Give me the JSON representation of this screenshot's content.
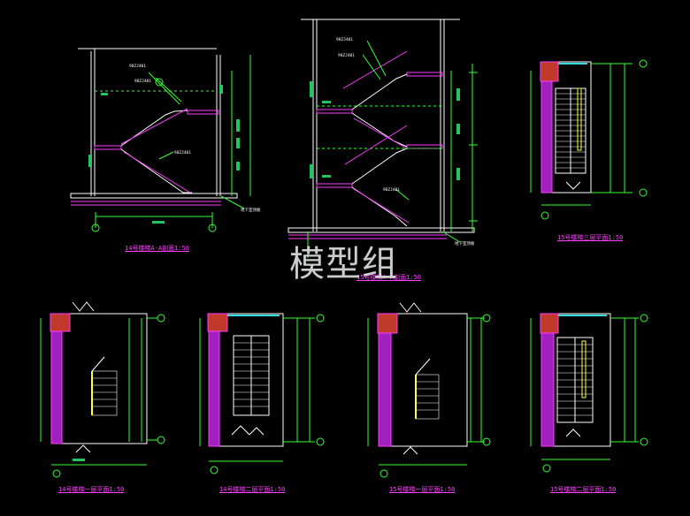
{
  "watermark": "模型组",
  "captions": {
    "section_14": "14号楼梯A-A剖面1:50",
    "section_15": "15号楼梯A-A剖面1:50",
    "plan_15_third": "15号楼梯三层平面1:50",
    "plan_14_first": "14号楼梯一层平面1:50",
    "plan_14_second": "14号楼梯二层平面1:50",
    "plan_15_first": "15号楼梯一层平面1:50",
    "plan_15_second": "15号楼梯二层平面1:50"
  },
  "notes": {
    "ref_a": "98ZJ401",
    "ref_b": "98ZJ401",
    "ref_c": "98ZJ401",
    "ground_1": "地下室顶板",
    "ground_2": "地下室顶板"
  },
  "colors": {
    "background": "#000000",
    "wall": "#ffffff",
    "stair": "#ff3cff",
    "column": "#c0392b",
    "wall_fill": "#a020c0",
    "dim": "#33ff33",
    "green_block": "#22c55e",
    "handrail": "#ffff33",
    "cyan": "#33dddd"
  }
}
